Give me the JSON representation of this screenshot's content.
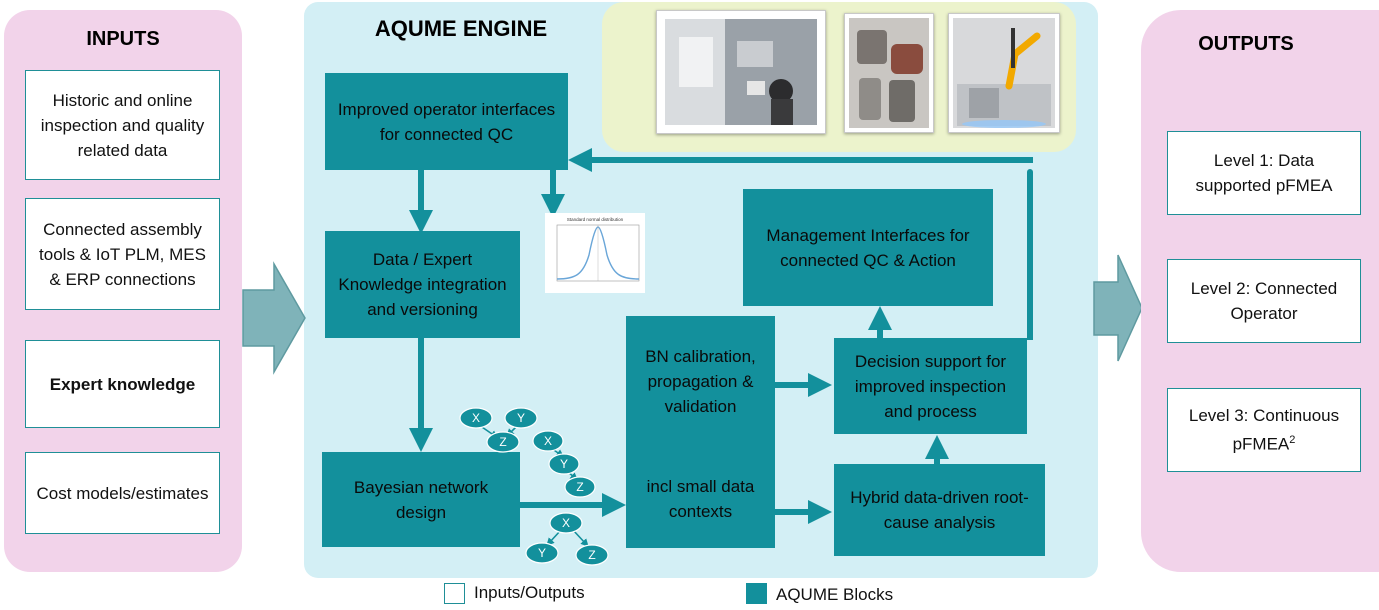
{
  "inputs": {
    "title": "INPUTS",
    "items": [
      "Historic and online inspection and quality related data",
      "Connected assembly tools & IoT PLM, MES & ERP connections",
      "Expert knowledge",
      "Cost models/estimates"
    ]
  },
  "engine": {
    "title": "AQUME ENGINE",
    "blocks": {
      "operator": "Improved operator interfaces for connected QC",
      "data_expert": "Data / Expert Knowledge integration and versioning",
      "bayes": "Bayesian network design",
      "bn_calib": "BN calibration, propagation & validation",
      "bn_small": "incl small data contexts",
      "management": "Management Interfaces for connected QC & Action",
      "decision": "Decision support for improved inspection and process",
      "hybrid": "Hybrid data-driven root-cause analysis"
    },
    "graph_nodes": [
      "X",
      "Y",
      "Z"
    ],
    "gauss_title": "Standard normal distribution"
  },
  "outputs": {
    "title": "OUTPUTS",
    "items": [
      "Level 1: Data supported pFMEA",
      "Level 2: Connected Operator",
      "Level 3: Continuous pFMEA",
      "2"
    ]
  },
  "legend": {
    "io_label": "Inputs/Outputs",
    "aqume_label": "AQUME Blocks"
  },
  "colors": {
    "teal": "#13909c",
    "pink_panel": "#f2d3ea",
    "engine_panel": "#d3eff5",
    "photo_strip": "#ecf3cc",
    "big_arrow": "#7fb3b9"
  }
}
